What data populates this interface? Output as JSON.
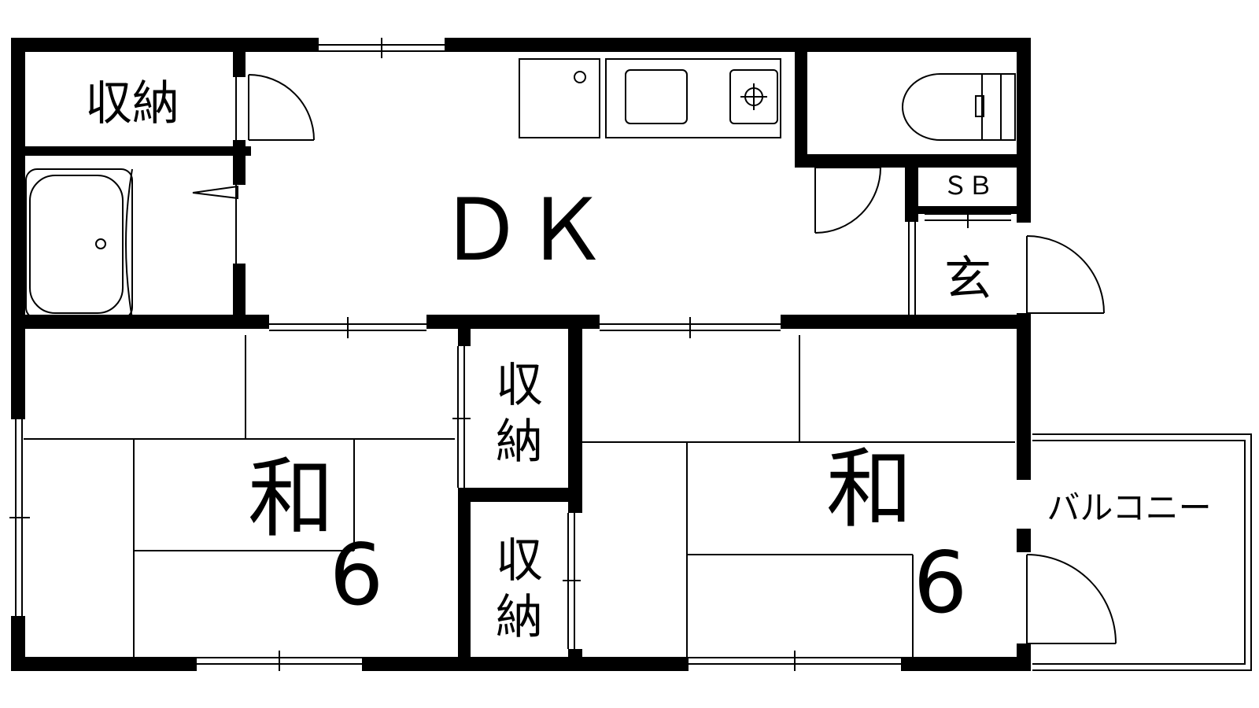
{
  "colors": {
    "wall": "#000000",
    "line": "#000000",
    "background": "#ffffff"
  },
  "rooms": {
    "storage_top_left": "収納",
    "dk": "ＤＫ",
    "sb": "ＳＢ",
    "genkan": "玄",
    "washitsu_left": {
      "name": "和",
      "size": "6"
    },
    "washitsu_right": {
      "name": "和",
      "size": "6"
    },
    "storage_mid_upper": {
      "line1": "収",
      "line2": "納"
    },
    "storage_mid_lower": {
      "line1": "収",
      "line2": "納"
    },
    "balcony": "バルコニー"
  },
  "fixtures": [
    "bathtub-icon",
    "sink-icon",
    "stove-icon",
    "toilet-icon",
    "refrigerator-space-icon"
  ]
}
